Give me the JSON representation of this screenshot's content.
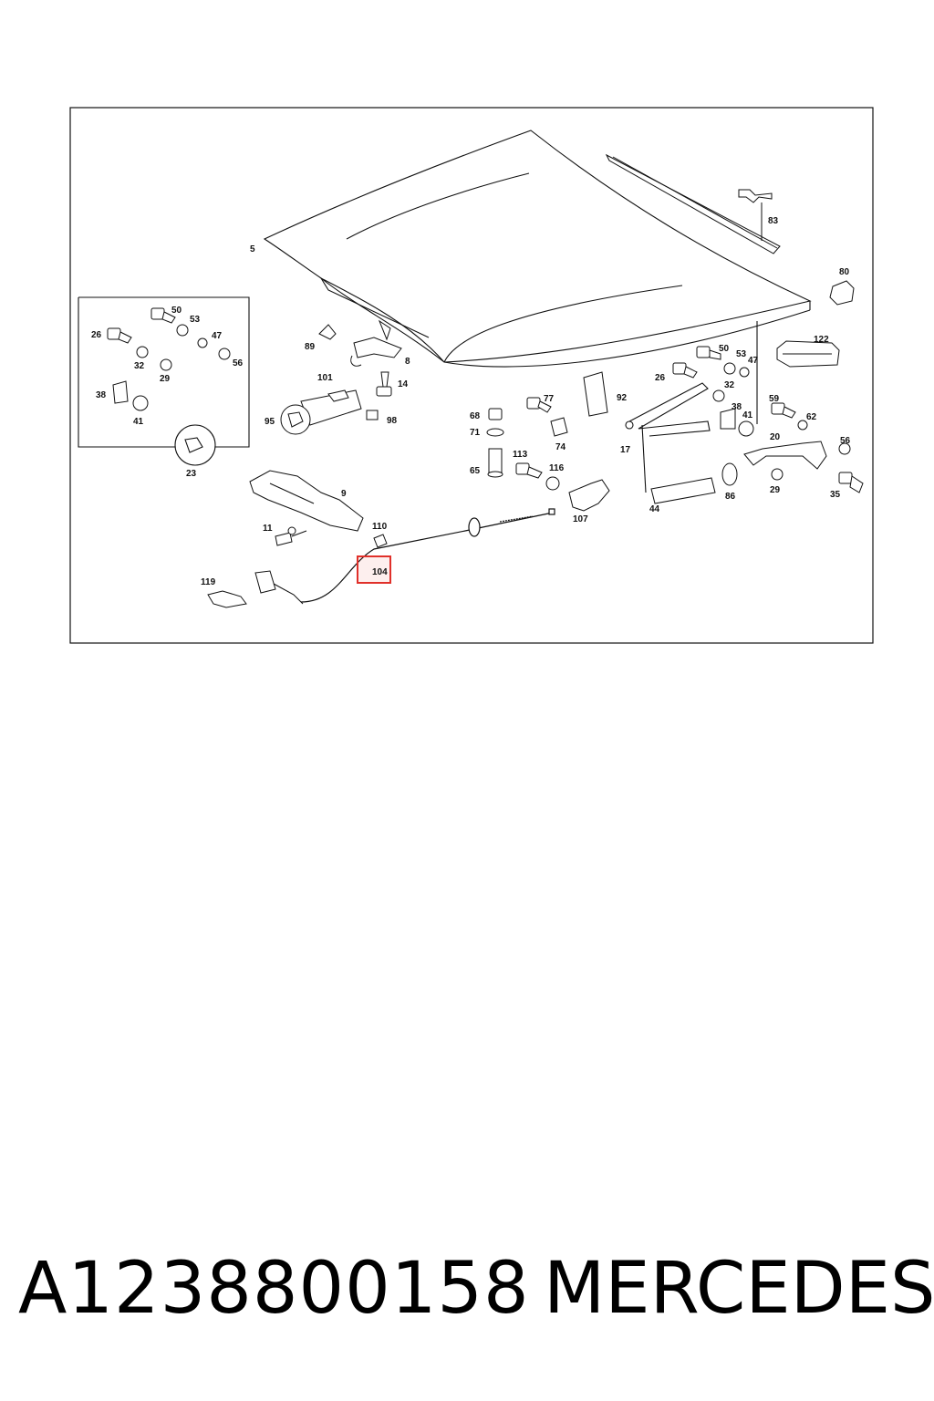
{
  "caption": {
    "part_number": "A1238800158",
    "brand": "MERCEDES"
  },
  "highlight": {
    "label": "104",
    "color": "#e0302a"
  },
  "callouts": {
    "c5": "5",
    "c83": "83",
    "c80": "80",
    "c89": "89",
    "c8": "8",
    "c14": "14",
    "c101": "101",
    "c95": "95",
    "c98": "98",
    "c9": "9",
    "c11": "11",
    "c110": "110",
    "c119": "119",
    "c68": "68",
    "c71": "71",
    "c65": "65",
    "c77": "77",
    "c74": "74",
    "c113": "113",
    "c116": "116",
    "c107": "107",
    "c92": "92",
    "c17": "17",
    "c44": "44",
    "c26r": "26",
    "c50r": "50",
    "c53r": "53",
    "c47r": "47",
    "c122": "122",
    "c32r": "32",
    "c38r": "38",
    "c41r": "41",
    "c59": "59",
    "c62": "62",
    "c20": "20",
    "c56r": "56",
    "c86": "86",
    "c29r": "29",
    "c35": "35",
    "c50l": "50",
    "c53l": "53",
    "c26l": "26",
    "c47l": "47",
    "c32l": "32",
    "c29l": "29",
    "c56l": "56",
    "c38l": "38",
    "c41l": "41",
    "c23": "23"
  }
}
